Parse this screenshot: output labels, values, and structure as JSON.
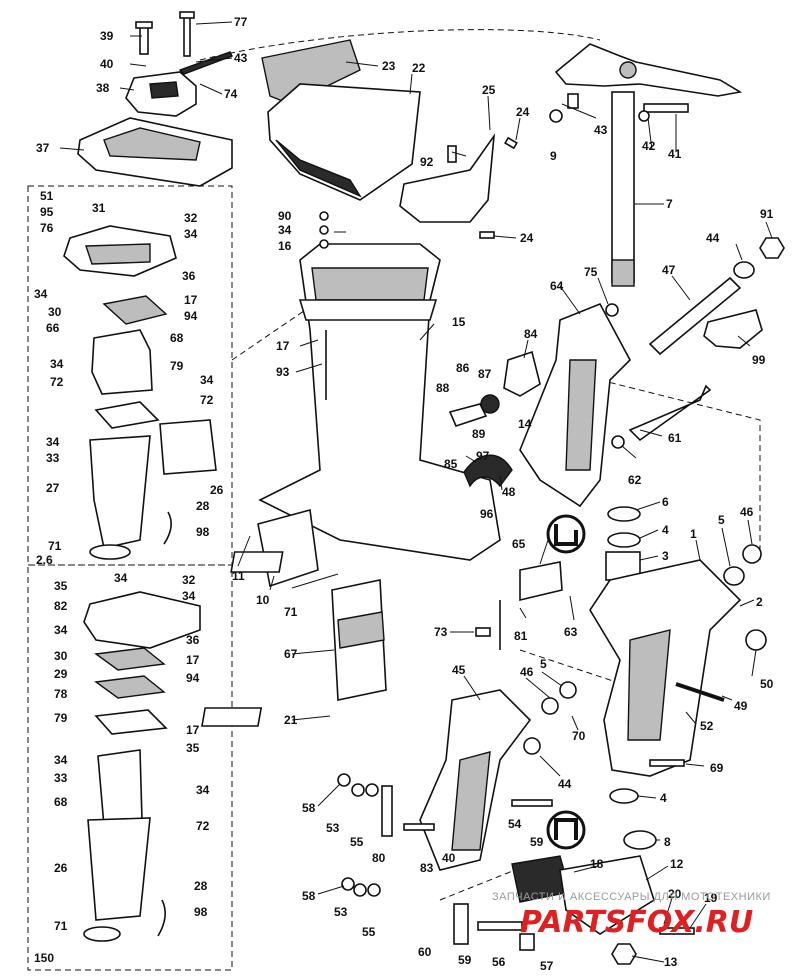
{
  "callouts": {
    "c39": "39",
    "c77": "77",
    "c40": "40",
    "c43a": "43",
    "c38": "38",
    "c74": "74",
    "c23": "23",
    "c22": "22",
    "c37": "37",
    "c25": "25",
    "c24a": "24",
    "c92": "92",
    "c24b": "24",
    "c43b": "43",
    "c9": "9",
    "c42": "42",
    "c41": "41",
    "c7": "7",
    "c91": "91",
    "c44a": "44",
    "c47": "47",
    "c99": "99",
    "c75": "75",
    "c64": "64",
    "c90": "90",
    "c34a": "34",
    "c16": "16",
    "c15": "15",
    "c17a": "17",
    "c93": "93",
    "c84": "84",
    "c86": "86",
    "c87": "87",
    "c88": "88",
    "c89": "89",
    "c14": "14",
    "c61": "61",
    "c62": "62",
    "c85": "85",
    "c97": "97",
    "c48": "48",
    "c96": "96",
    "c6": "6",
    "c4a": "4",
    "c3": "3",
    "c5": "5",
    "c46a": "46",
    "c1": "1",
    "c2": "2",
    "c51": "51",
    "c95": "95",
    "c31": "31",
    "c76": "76",
    "c32a": "32",
    "c34b": "34",
    "c36a": "36",
    "c34c": "34",
    "c17b": "17",
    "c30a": "30",
    "c94a": "94",
    "c66": "66",
    "c68a": "68",
    "c34d": "34",
    "c72a": "72",
    "c79a": "79",
    "c34e": "34",
    "c72b": "72",
    "c34f": "34",
    "c33a": "33",
    "c26a": "26",
    "c27": "27",
    "c28a": "28",
    "c98a": "98",
    "c71a": "71",
    "c26label": "2.6",
    "c11": "11",
    "c10": "10",
    "c71b": "71",
    "c67": "67",
    "c21": "21",
    "c65": "65",
    "c63": "63",
    "c73": "73",
    "c81": "81",
    "c50": "50",
    "c35a": "35",
    "c34g": "34",
    "c32b": "32",
    "c82": "82",
    "c34h": "34",
    "c34i": "34",
    "c36b": "36",
    "c30b": "30",
    "c17c": "17",
    "c29": "29",
    "c94b": "94",
    "c78": "78",
    "c79b": "79",
    "c17d": "17",
    "c35b": "35",
    "c34j": "34",
    "c33b": "33",
    "c68b": "68",
    "c34k": "34",
    "c72c": "72",
    "c26b": "26",
    "c28b": "28",
    "c98b": "98",
    "c71c": "71",
    "c150": "150",
    "c45": "45",
    "c46b": "46",
    "c5b": "5",
    "c52": "52",
    "c49": "49",
    "c70": "70",
    "c44b": "44",
    "c69": "69",
    "c58a": "58",
    "c53a": "53",
    "c55a": "55",
    "c80": "80",
    "c54": "54",
    "c59a": "59",
    "c83": "83",
    "c40b": "40",
    "c4b": "4",
    "c8": "8",
    "c18": "18",
    "c12": "12",
    "c58b": "58",
    "c53b": "53",
    "c55b": "55",
    "c20": "20",
    "c19": "19",
    "c60": "60",
    "c59b": "59",
    "c56": "56",
    "c57": "57",
    "c13": "13"
  },
  "watermark": {
    "text": "ЗАПЧАСТИ И АКСЕССУАРЫ ДЛЯ МОТОТЕХНИКИ",
    "logo": "PARTSFOX.RU"
  },
  "colors": {
    "line": "#111111",
    "paper": "#ffffff",
    "logo_red": "#e02020",
    "watermark_grey": "#9a9a9a"
  }
}
